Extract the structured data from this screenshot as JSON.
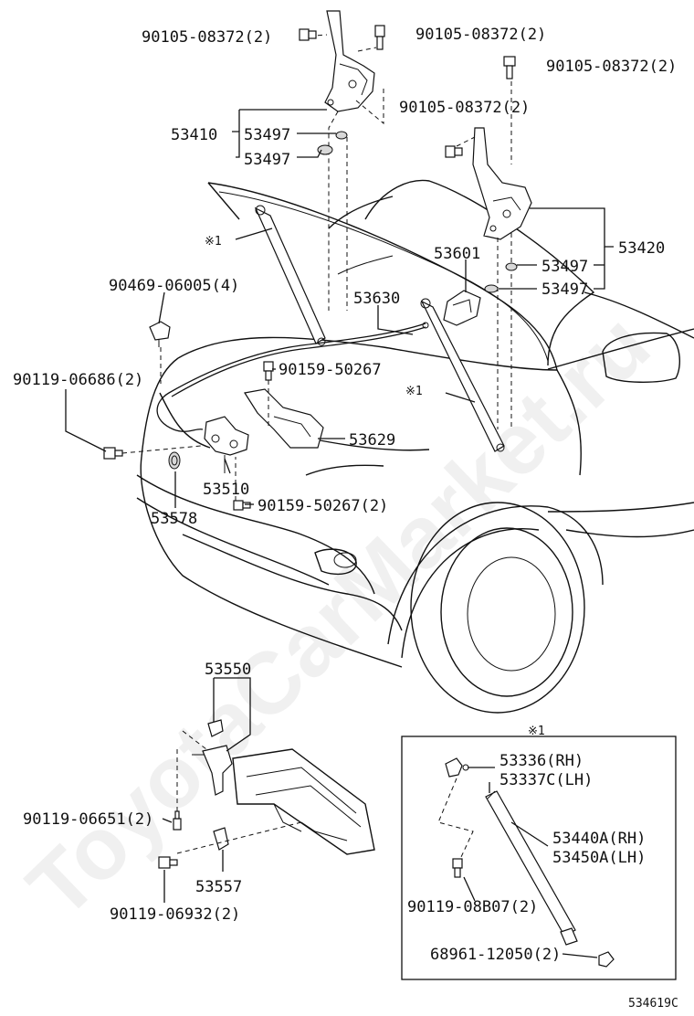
{
  "watermark": "ToyotaCarMarket.ru",
  "labels": {
    "p90105_a": "90105-08372(2)",
    "p90105_b": "90105-08372(2)",
    "p90105_c": "90105-08372(2)",
    "p90105_d": "90105-08372(2)",
    "p53410": "53410",
    "p53497_a": "53497",
    "p53497_b": "53497",
    "p53420": "53420",
    "p53497_c": "53497",
    "p53497_d": "53497",
    "p53601": "53601",
    "p53630": "53630",
    "ref1_a": "※1",
    "ref1_b": "※1",
    "p90469": "90469-06005(4)",
    "p90119_a": "90119-06686(2)",
    "p90159_a": "90159-50267",
    "p53629": "53629",
    "p53510": "53510",
    "p53578": "53578",
    "p90159_b": "90159-50267(2)",
    "p53550": "53550",
    "p90119_b": "90119-06651(2)",
    "p53557": "53557",
    "p90119_c": "90119-06932(2)",
    "inset_ref": "※1",
    "p53336": "53336(RH)",
    "p53337": "53337C(LH)",
    "p53440": "53440A(RH)",
    "p53450": "53450A(LH)",
    "p90119_d": "90119-08B07(2)",
    "p68961": "68961-12050(2)",
    "diagram_code": "534619C"
  }
}
